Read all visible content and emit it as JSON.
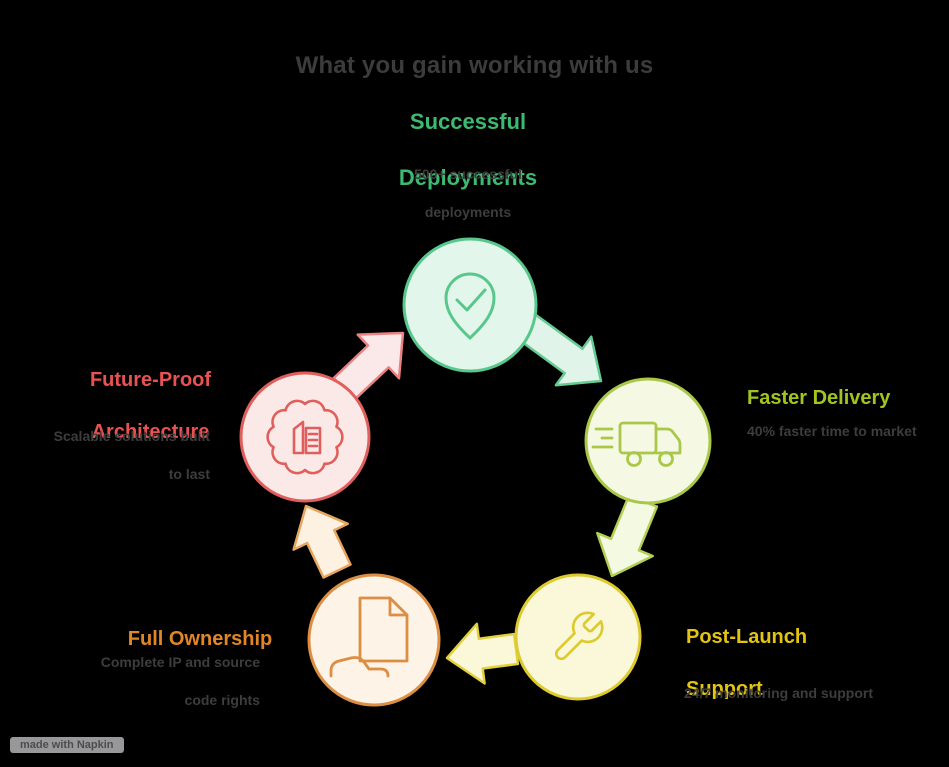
{
  "title": "What you gain working with us",
  "watermark": "made with Napkin",
  "colors": {
    "background": "#000000",
    "title_text": "#3c3c3c",
    "description_text": "#3d3d3d",
    "green": "#3cba71",
    "olive": "#a2c41e",
    "gold": "#e3c40e",
    "orange": "#e08627",
    "red": "#ea5252"
  },
  "cycle_direction": "clockwise",
  "nodes": [
    {
      "id": "successful-deployments",
      "label": "Successful Deployments",
      "label_lines": [
        "Successful",
        "Deployments"
      ],
      "description_lines": [
        "500+ successful",
        "deployments"
      ],
      "icon": "check-pin-icon",
      "accent": "#57c78c"
    },
    {
      "id": "faster-delivery",
      "label": "Faster Delivery",
      "label_lines": [
        "Faster Delivery"
      ],
      "description_lines": [
        "40% faster time to market"
      ],
      "icon": "delivery-truck-icon",
      "accent": "#a9c84a"
    },
    {
      "id": "post-launch-support",
      "label": "Post-Launch Support",
      "label_lines": [
        "Post-Launch",
        "Support"
      ],
      "description_lines": [
        "24/7 monitoring and support"
      ],
      "icon": "wrench-icon",
      "accent": "#ddca2e"
    },
    {
      "id": "full-ownership",
      "label": "Full Ownership",
      "label_lines": [
        "Full Ownership"
      ],
      "description_lines": [
        "Complete IP and source",
        "code rights"
      ],
      "icon": "document-handover-icon",
      "accent": "#dc8f44"
    },
    {
      "id": "future-proof-architecture",
      "label": "Future-Proof Architecture",
      "label_lines": [
        "Future-Proof",
        "Architecture"
      ],
      "description_lines": [
        "Scalable solutions built",
        "to last"
      ],
      "icon": "gear-building-icon",
      "accent": "#e05f5c"
    }
  ]
}
